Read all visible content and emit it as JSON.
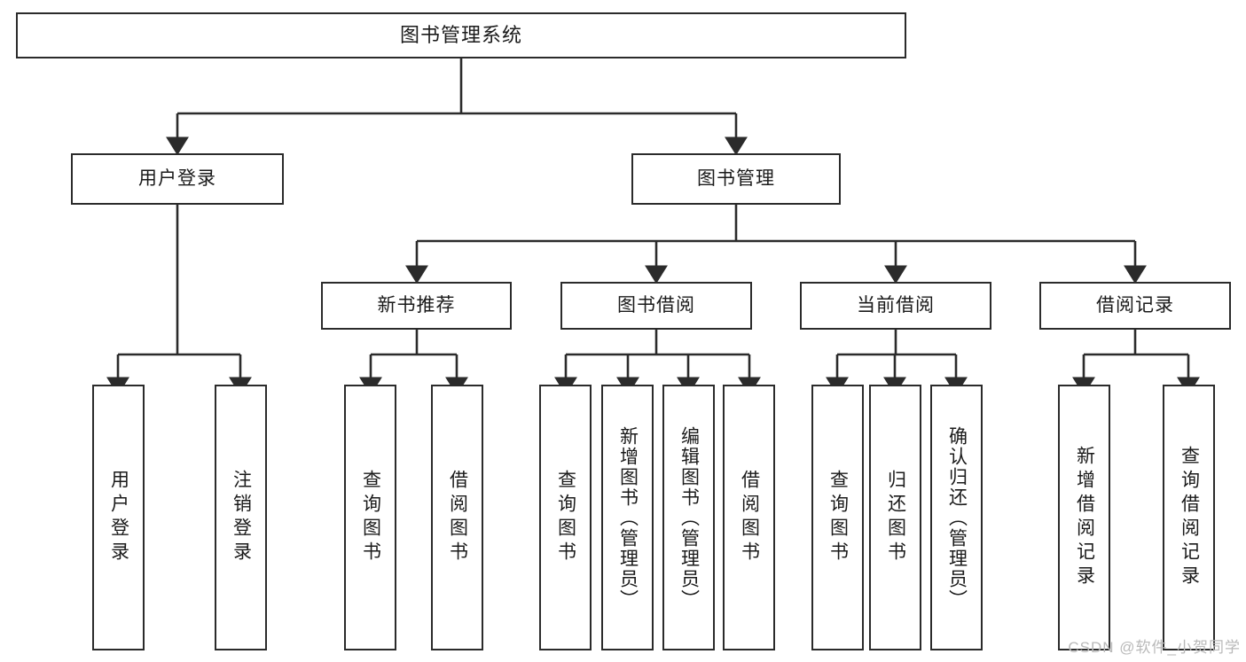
{
  "diagram": {
    "type": "tree-hierarchy-chart",
    "title": "图书管理系统",
    "watermark": "CSDN @软件_小贺同学",
    "colors": {
      "box_border": "#2b2b2b",
      "box_fill": "#ffffff",
      "connector": "#2b2b2b",
      "text": "#1a1a1a",
      "watermark": "#b9b9b9"
    },
    "nodes": {
      "root": {
        "label": "图书管理系统"
      },
      "level2": [
        {
          "label": "用户登录"
        },
        {
          "label": "图书管理"
        }
      ],
      "level3": [
        {
          "label": "新书推荐"
        },
        {
          "label": "图书借阅"
        },
        {
          "label": "当前借阅"
        },
        {
          "label": "借阅记录"
        }
      ],
      "leaves": {
        "user_login": [
          {
            "label": "用户登录"
          },
          {
            "label": "注销登录"
          }
        ],
        "new_book_recommend": [
          {
            "label": "查询图书"
          },
          {
            "label": "借阅图书"
          }
        ],
        "book_borrow": [
          {
            "label": "查询图书"
          },
          {
            "label": "新增图书（管理员）"
          },
          {
            "label": "编辑图书（管理员）"
          },
          {
            "label": "借阅图书"
          }
        ],
        "current_borrow": [
          {
            "label": "查询图书"
          },
          {
            "label": "归还图书"
          },
          {
            "label": "确认归还（管理员）"
          }
        ],
        "borrow_record": [
          {
            "label": "新增借阅记录"
          },
          {
            "label": "查询借阅记录"
          }
        ]
      }
    }
  }
}
